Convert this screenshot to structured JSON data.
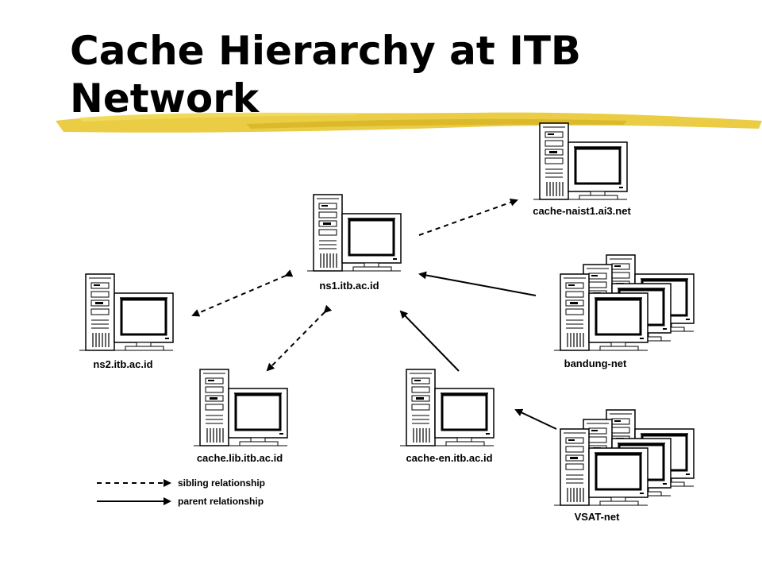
{
  "slide": {
    "title_line1": "Cache Hierarchy at ITB",
    "title_line2": "Network",
    "swash_color": "#e8c830"
  },
  "nodes": {
    "ns1": "ns1.itb.ac.id",
    "ns2": "ns2.itb.ac.id",
    "cache_lib": "cache.lib.itb.ac.id",
    "cache_en": "cache-en.itb.ac.id",
    "cache_naist": "cache-naist1.ai3.net",
    "bandung": "bandung-net",
    "vsat": "VSAT-net"
  },
  "relationships": [
    {
      "from": "ns1",
      "to": "cache_naist",
      "type": "sibling"
    },
    {
      "from": "ns1",
      "to": "ns2",
      "type": "sibling"
    },
    {
      "from": "ns1",
      "to": "cache_lib",
      "type": "sibling"
    },
    {
      "from": "bandung",
      "to": "ns1",
      "type": "parent"
    },
    {
      "from": "cache_en",
      "to": "ns1",
      "type": "parent"
    },
    {
      "from": "vsat",
      "to": "cache_en",
      "type": "parent"
    }
  ],
  "legend": {
    "sibling": "sibling relationship",
    "parent": "parent relationship"
  },
  "icons": {
    "computer": "computer-workstation-icon",
    "cluster": "computer-cluster-icon"
  }
}
